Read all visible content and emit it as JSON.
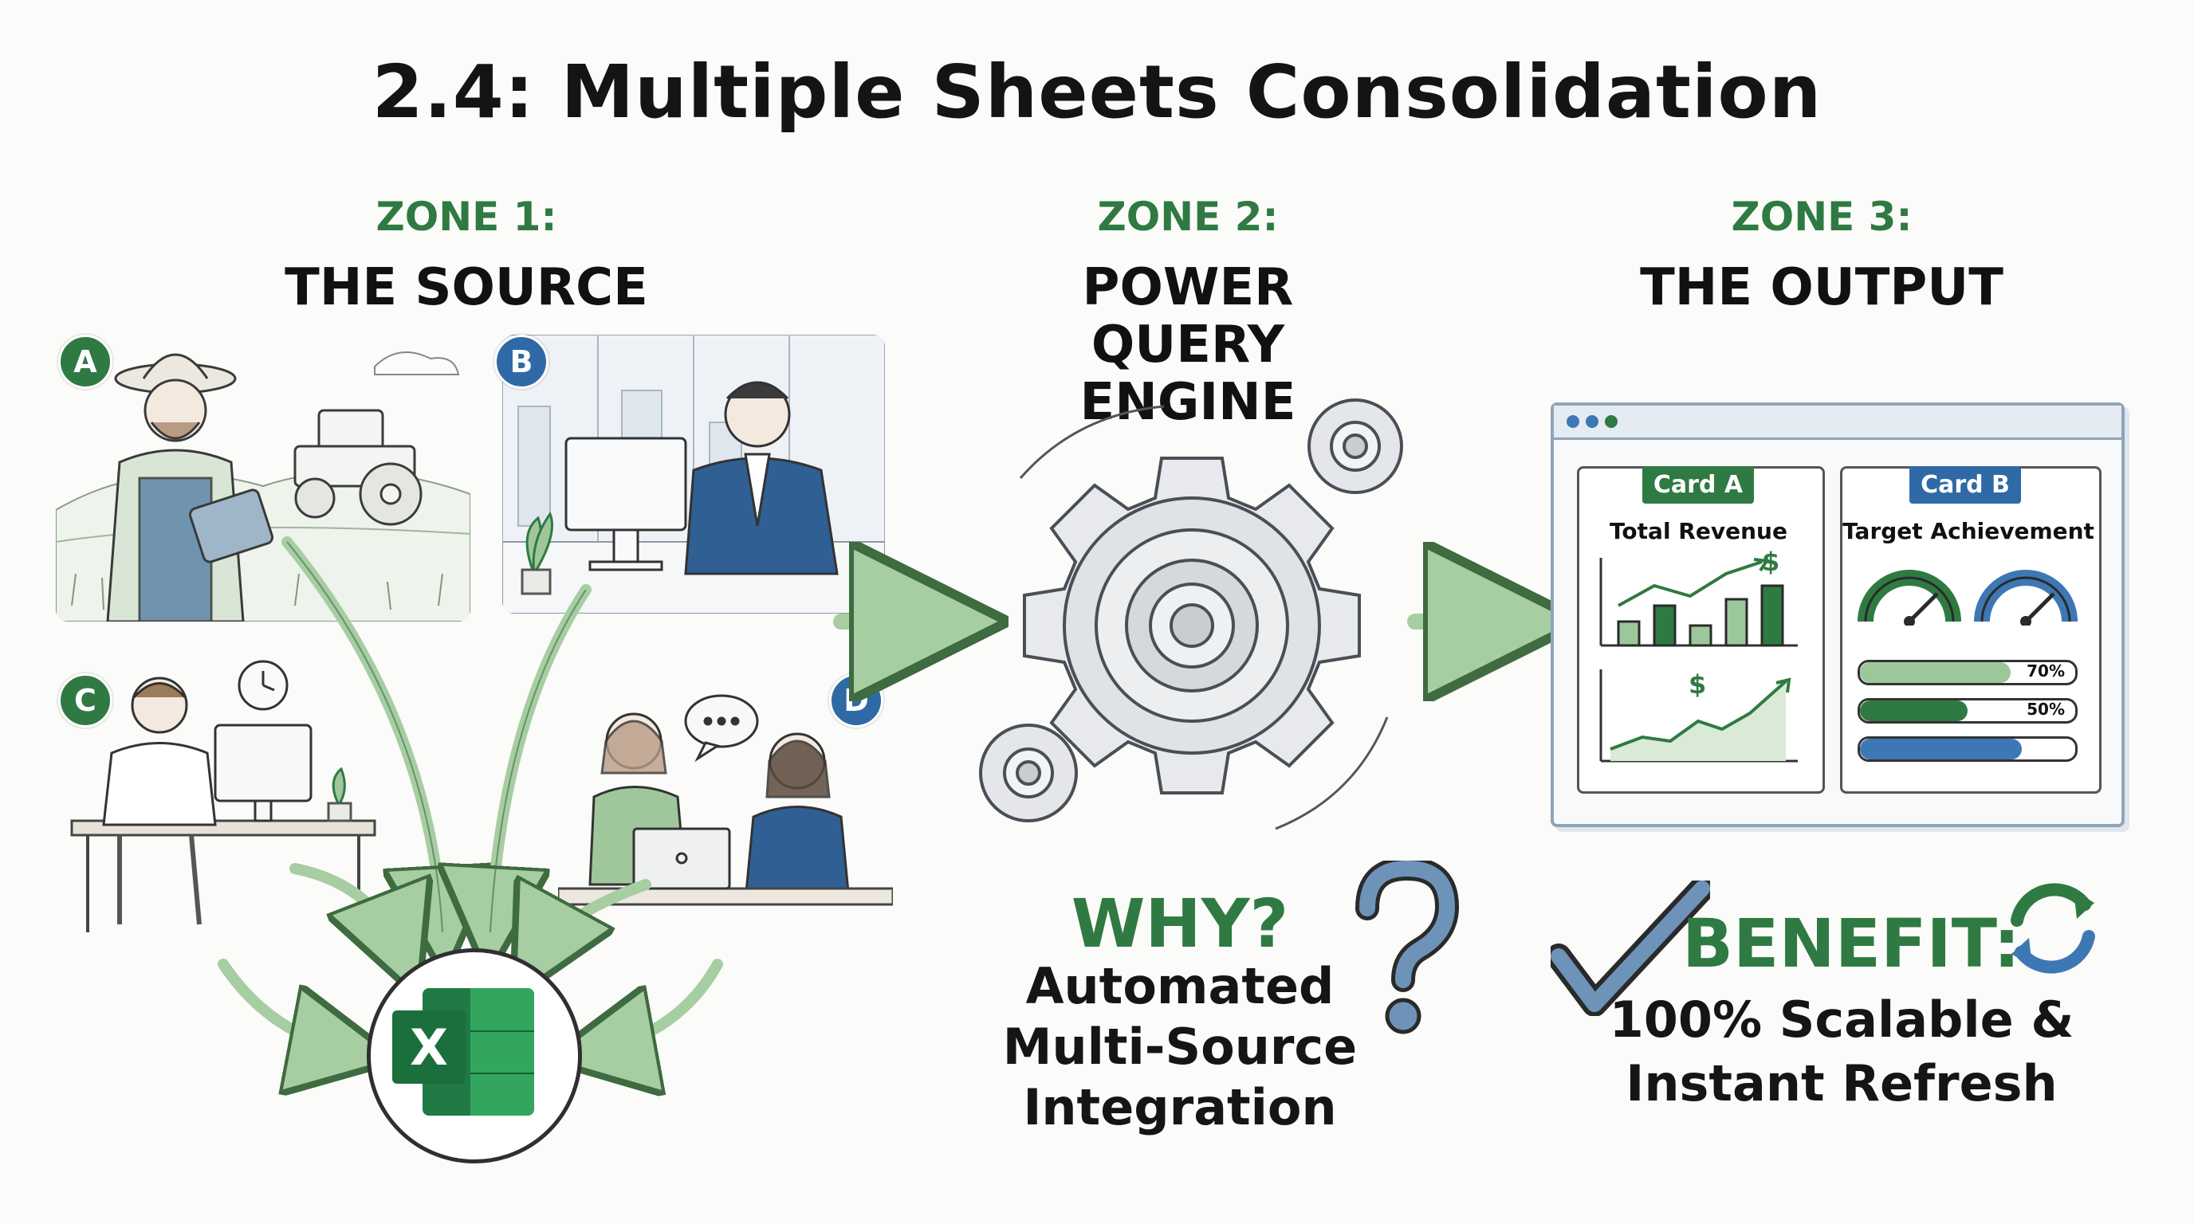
{
  "title": "2.4: Multiple Sheets Consolidation",
  "zones": [
    {
      "label": "ZONE 1:",
      "name": "THE SOURCE"
    },
    {
      "label": "ZONE 2:",
      "name": "POWER QUERY ENGINE"
    },
    {
      "label": "ZONE 3:",
      "name": "THE OUTPUT"
    }
  ],
  "sources": [
    {
      "badge": "A",
      "color": "#2f7a42"
    },
    {
      "badge": "B",
      "color": "#2f6aa6"
    },
    {
      "badge": "C",
      "color": "#2f7a42"
    },
    {
      "badge": "D",
      "color": "#2f6aa6"
    }
  ],
  "excel_letter": "X",
  "dashboard": {
    "card_a": {
      "tag": "Card A",
      "title": "Total Revenue",
      "currency": "$"
    },
    "card_b": {
      "tag": "Card B",
      "title": "Target Achievement",
      "bars": [
        {
          "label": "70%",
          "value": 70,
          "color": "#9cc79a"
        },
        {
          "label": "50%",
          "value": 50,
          "color": "#2f7a42"
        },
        {
          "label": "",
          "value": 75,
          "color": "#3d78b4"
        }
      ]
    }
  },
  "why": {
    "heading": "WHY?",
    "line1": "Automated",
    "line2": "Multi-Source",
    "line3": "Integration"
  },
  "benefit": {
    "heading": "BENEFIT:",
    "line1": "100% Scalable &",
    "line2": "Instant Refresh"
  },
  "colors": {
    "green": "#2f7a42",
    "blue": "#2f6aa6",
    "arrow": "#a7cda3",
    "gear": "#9aa1a8"
  }
}
